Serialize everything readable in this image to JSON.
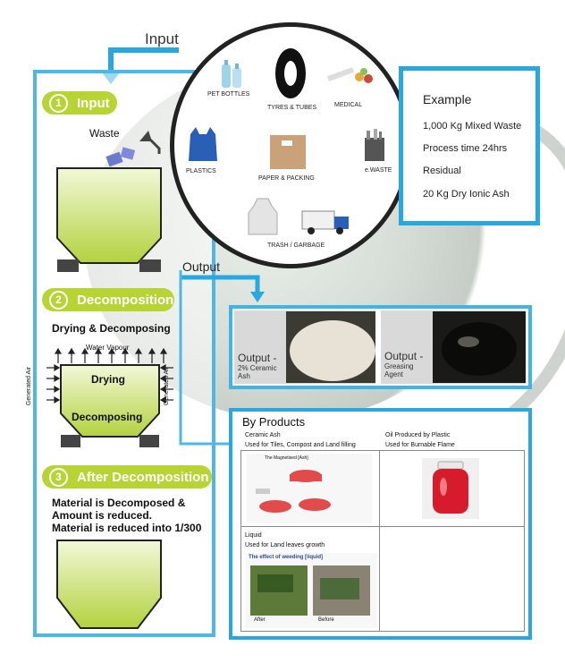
{
  "input_label": "Input",
  "output_label": "Output",
  "steps": [
    {
      "num": "1",
      "title": "Input"
    },
    {
      "num": "2",
      "title": "Decomposition"
    },
    {
      "num": "3",
      "title": "After Decomposition"
    }
  ],
  "waste_label": "Waste",
  "drying_caption": "Drying & Decomposing",
  "water_vapour": "Water Vapour",
  "generated_air": "Generated Air",
  "drying": "Drying",
  "decomposing": "Decomposing",
  "after_text": [
    "Material is Decomposed &",
    "Amount is reduced.",
    "Material is reduced into 1/300"
  ],
  "waste_types": [
    "PET BOTTLES",
    "TYRES & TUBES",
    "MEDICAL",
    "PLASTICS",
    "PAPER & PACKING",
    "e.WASTE",
    "TRASH / GARBAGE"
  ],
  "example": {
    "title": "Example",
    "lines": [
      "1,000 Kg Mixed Waste",
      "Process time 24hrs",
      "Residual",
      "20 Kg Dry Ionic Ash"
    ]
  },
  "outputs": [
    {
      "title": "Output -",
      "desc": "2% Ceramic Ash"
    },
    {
      "title": "Output -",
      "desc": "Greasing Agent"
    }
  ],
  "by_products": {
    "title": "By Products",
    "items": [
      {
        "name": "Ceramic Ash",
        "use": "Used for Tiles, Compost and Land filling",
        "img_caption": "The Magnetised [Ash]"
      },
      {
        "name": "Oil Produced by Plastic",
        "use": "Used for Burnable Flame"
      },
      {
        "name": "Liquid",
        "use": "Used for Land leaves growth",
        "img_caption": "The effect of weeding [liquid]",
        "labels": [
          "After",
          "Before"
        ]
      }
    ]
  },
  "colors": {
    "accent_blue": "#29a8df",
    "step_green": "#b8d334",
    "hopper_green": "#c3dd5c"
  }
}
